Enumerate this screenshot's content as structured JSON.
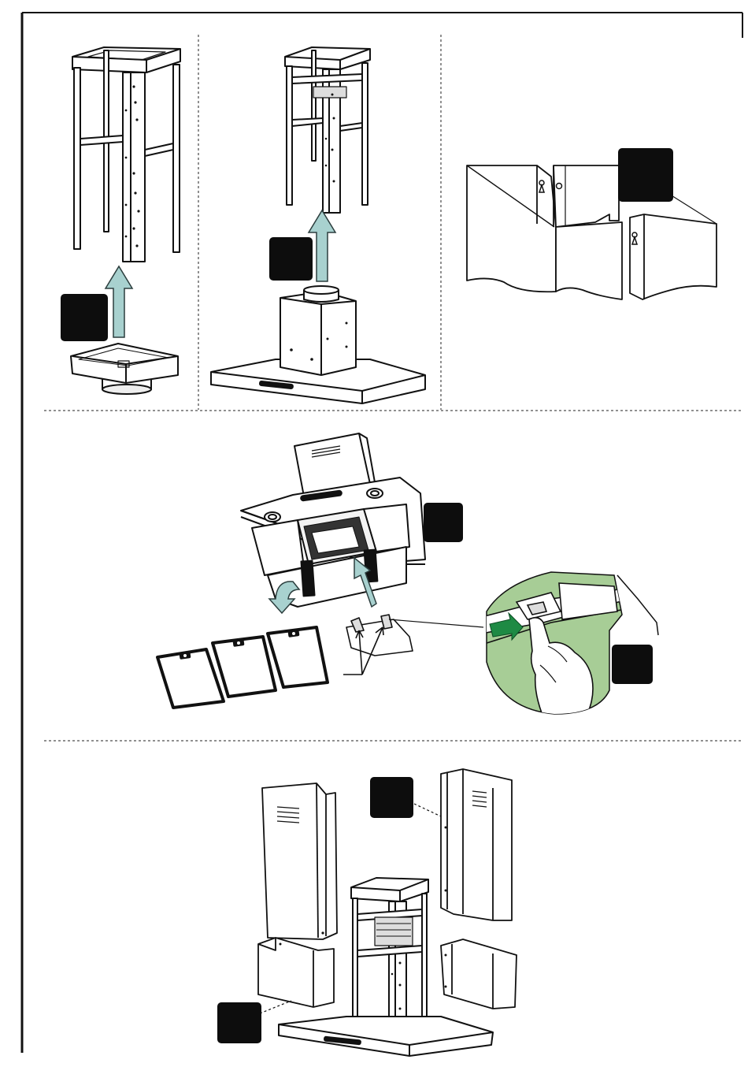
{
  "colors": {
    "line": "#111111",
    "arrow_fill": "#a8d1cf",
    "arrow_stroke": "#2c3e3e",
    "badge": "#0d0d0d",
    "zoom_fill": "#a7cd96",
    "green_arrow": "#1e8a44",
    "panel_fill": "#ffffff",
    "shade": "#dddddd"
  },
  "figures": [
    {
      "name": "step-frame-and-duct-adapter",
      "icons": [
        "frame-cage-icon",
        "duct-adapter-icon",
        "arrow-up-icon"
      ]
    },
    {
      "name": "step-frame-on-motor-body",
      "icons": [
        "frame-cage-icon",
        "motor-body-icon",
        "arrow-up-icon"
      ]
    },
    {
      "name": "step-chimney-panel-joint",
      "icons": [
        "chimney-panels-icon",
        "keyhole-icon"
      ]
    },
    {
      "name": "step-filter-removal",
      "icons": [
        "hood-icon",
        "grease-filter-icon",
        "latch-detail-icon",
        "hand-icon"
      ]
    },
    {
      "name": "step-chimney-cover-assembly",
      "icons": [
        "chimney-cover-icon",
        "frame-cage-icon",
        "hood-base-icon"
      ]
    }
  ]
}
